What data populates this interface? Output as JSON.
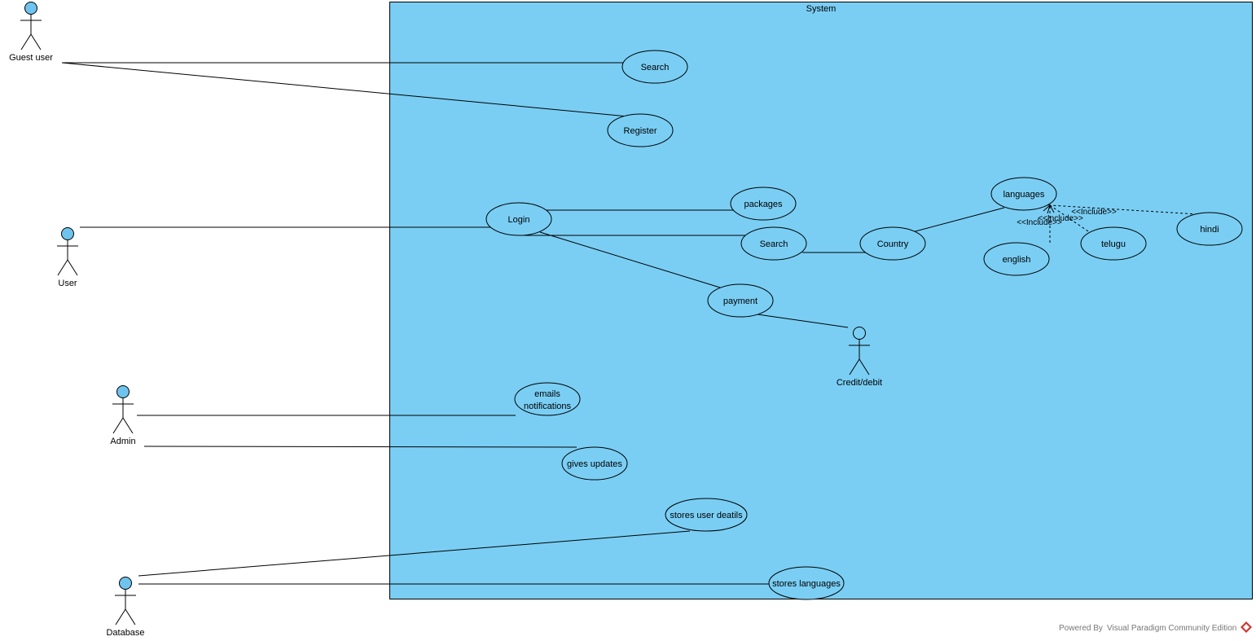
{
  "system": {
    "title": "System"
  },
  "actors": {
    "guest": "Guest user",
    "user": "User",
    "admin": "Admin",
    "database": "Database",
    "credit": "Credit/debit"
  },
  "usecases": {
    "search_guest": "Search",
    "register": "Register",
    "login": "Login",
    "packages": "packages",
    "search_user": "Search",
    "country": "Country",
    "languages": "languages",
    "english": "english",
    "telugu": "telugu",
    "hindi": "hindi",
    "payment": "payment",
    "emails_line1": "emails",
    "emails_line2": "notifications",
    "gives_updates": "gives updates",
    "stores_user": "stores user deatils",
    "stores_languages": "stores languages"
  },
  "relations": {
    "include_1": "<<Include>>",
    "include_2": "<<Include>>",
    "include_3": "<<Include>>"
  },
  "footer": {
    "powered_by": "Powered By",
    "edition": "Visual Paradigm Community Edition"
  },
  "colors": {
    "system_fill": "#7ACEF4",
    "actor_head": "#6EC4EE",
    "brand_red": "#D2322D"
  }
}
